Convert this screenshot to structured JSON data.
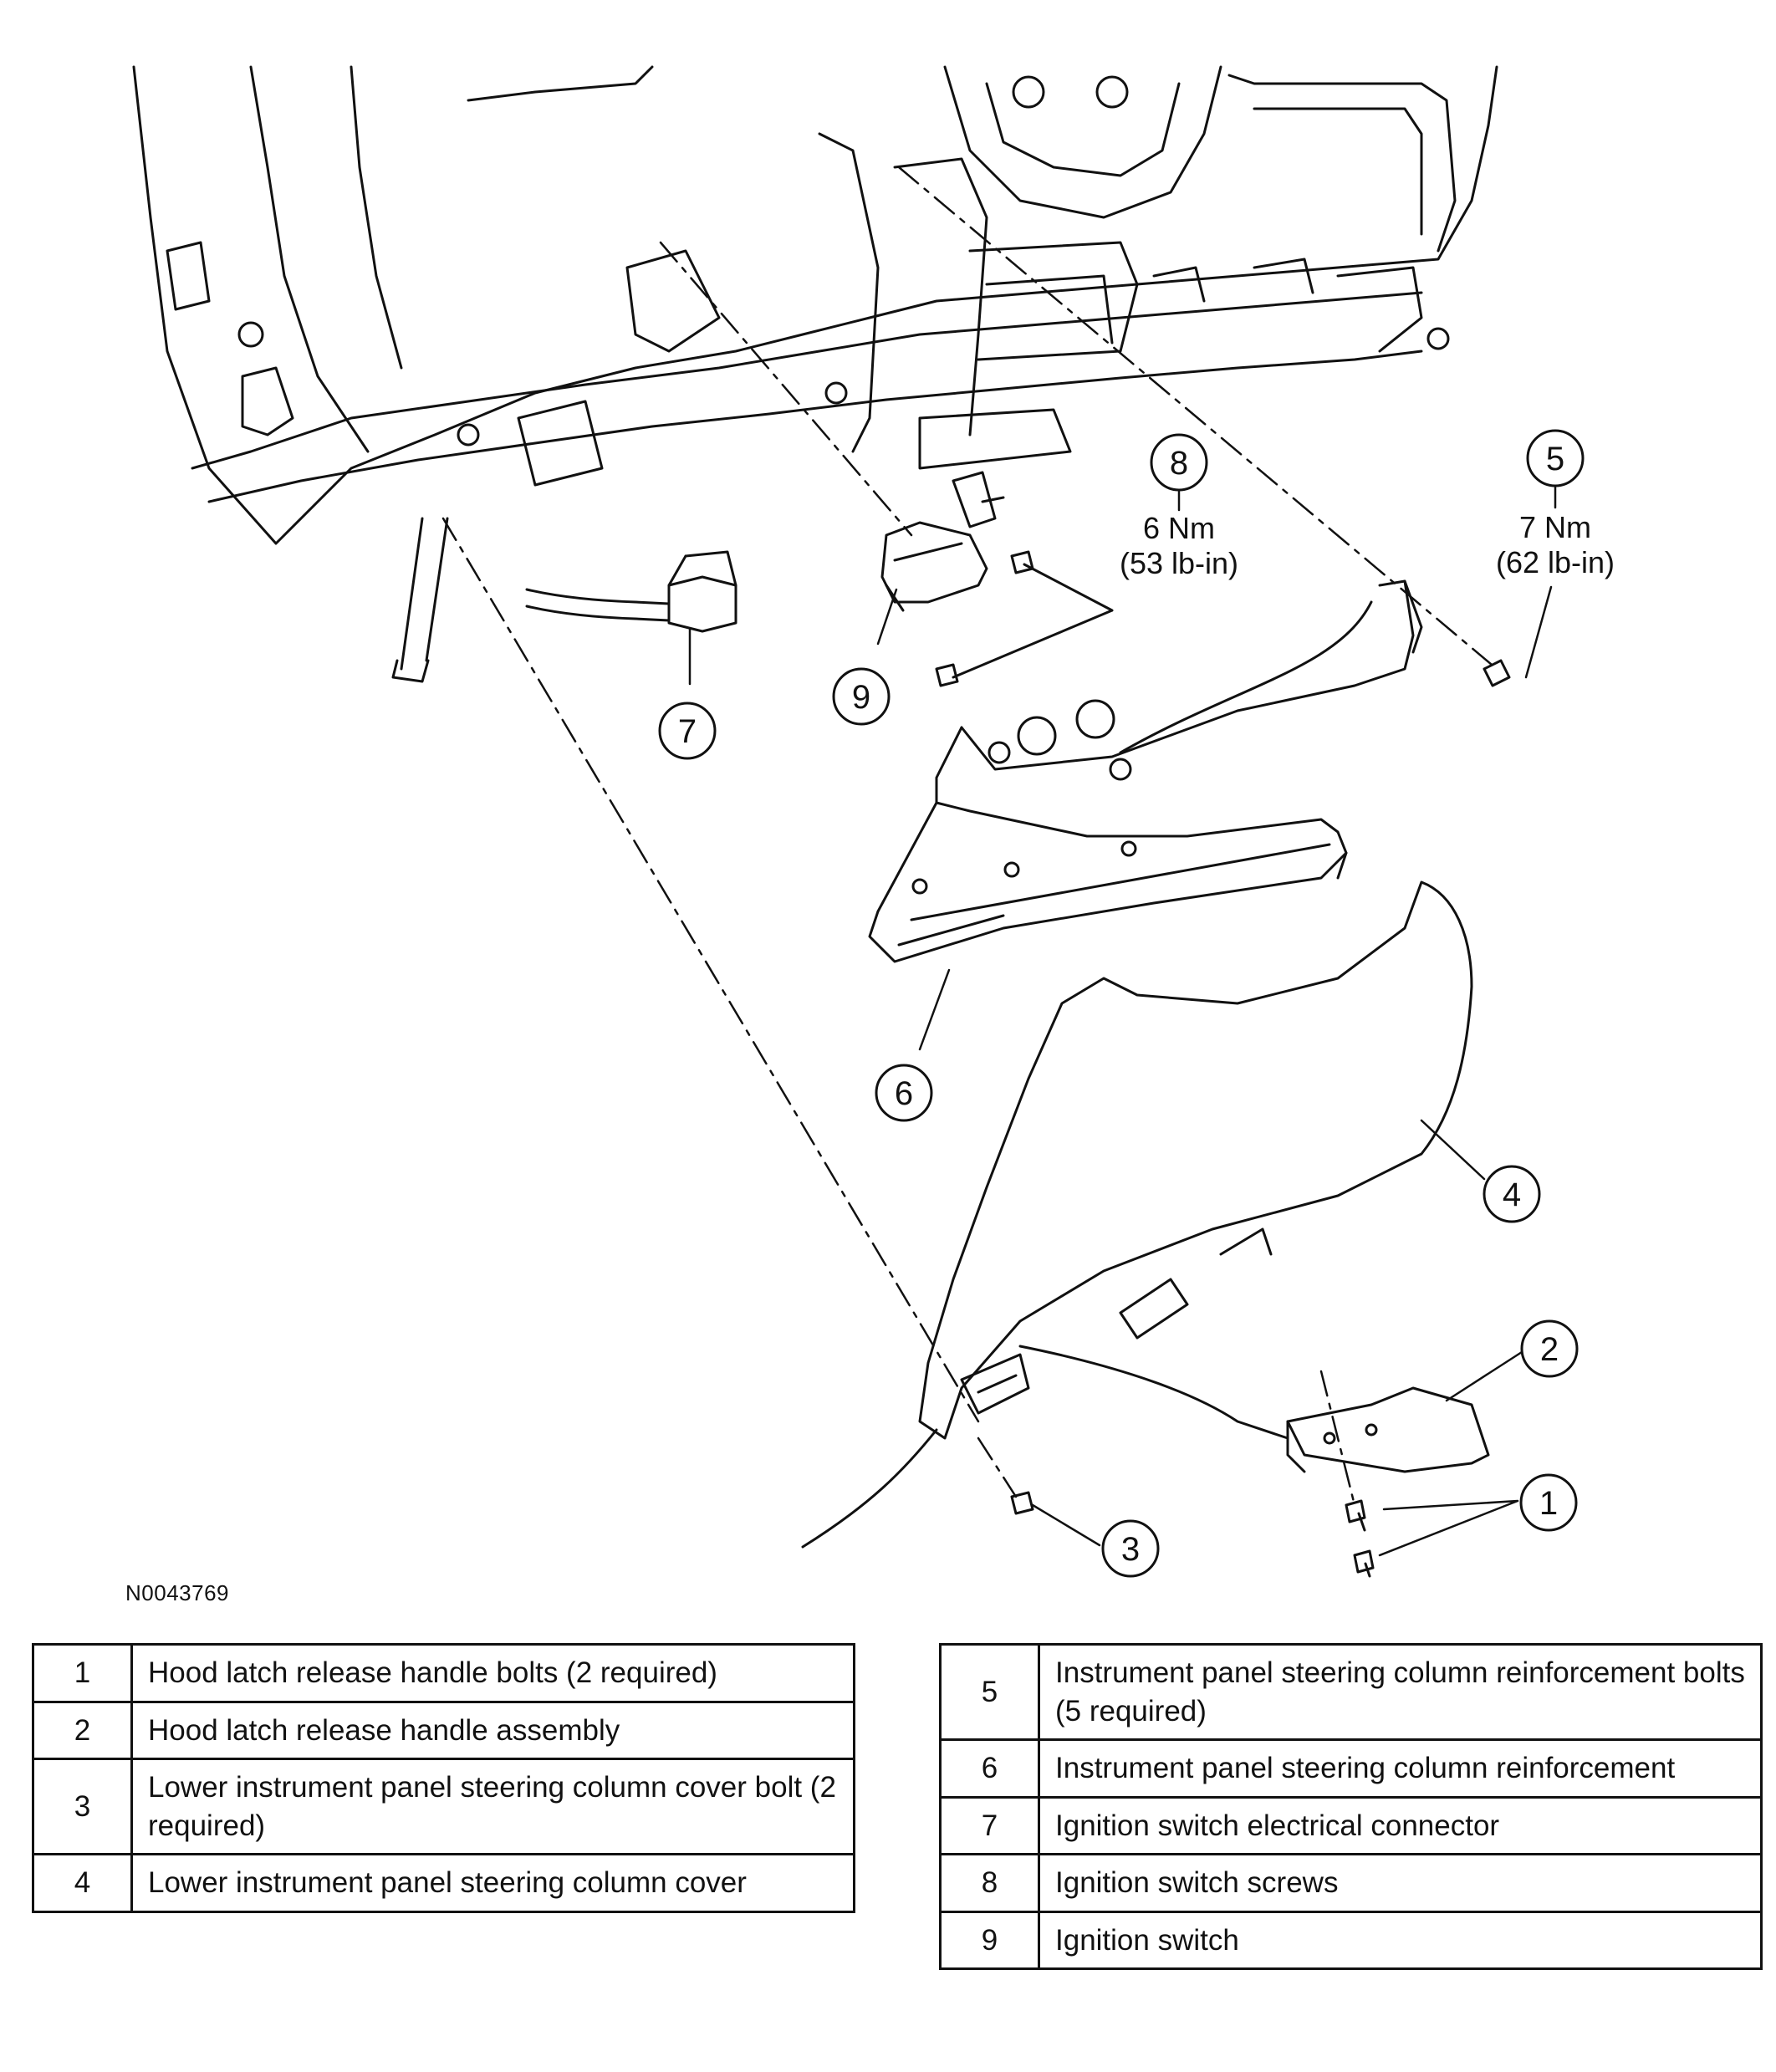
{
  "figure_id": "N0043769",
  "callouts": [
    {
      "num": "1"
    },
    {
      "num": "2"
    },
    {
      "num": "3"
    },
    {
      "num": "4"
    },
    {
      "num": "5"
    },
    {
      "num": "6"
    },
    {
      "num": "7"
    },
    {
      "num": "8"
    },
    {
      "num": "9"
    }
  ],
  "torque": {
    "item5": {
      "nm": "7 Nm",
      "lbin": "(62 lb-in)"
    },
    "item8": {
      "nm": "6 Nm",
      "lbin": "(53 lb-in)"
    }
  },
  "legend_left": [
    {
      "num": "1",
      "desc": "Hood latch release handle bolts (2 required)"
    },
    {
      "num": "2",
      "desc": "Hood latch release handle assembly"
    },
    {
      "num": "3",
      "desc": "Lower instrument panel steering column cover bolt (2 required)"
    },
    {
      "num": "4",
      "desc": "Lower instrument panel steering column cover"
    }
  ],
  "legend_right": [
    {
      "num": "5",
      "desc": "Instrument panel steering column reinforcement bolts (5 required)"
    },
    {
      "num": "6",
      "desc": "Instrument panel steering column reinforcement"
    },
    {
      "num": "7",
      "desc": "Ignition switch electrical connector"
    },
    {
      "num": "8",
      "desc": "Ignition switch screws"
    },
    {
      "num": "9",
      "desc": "Ignition switch"
    }
  ]
}
